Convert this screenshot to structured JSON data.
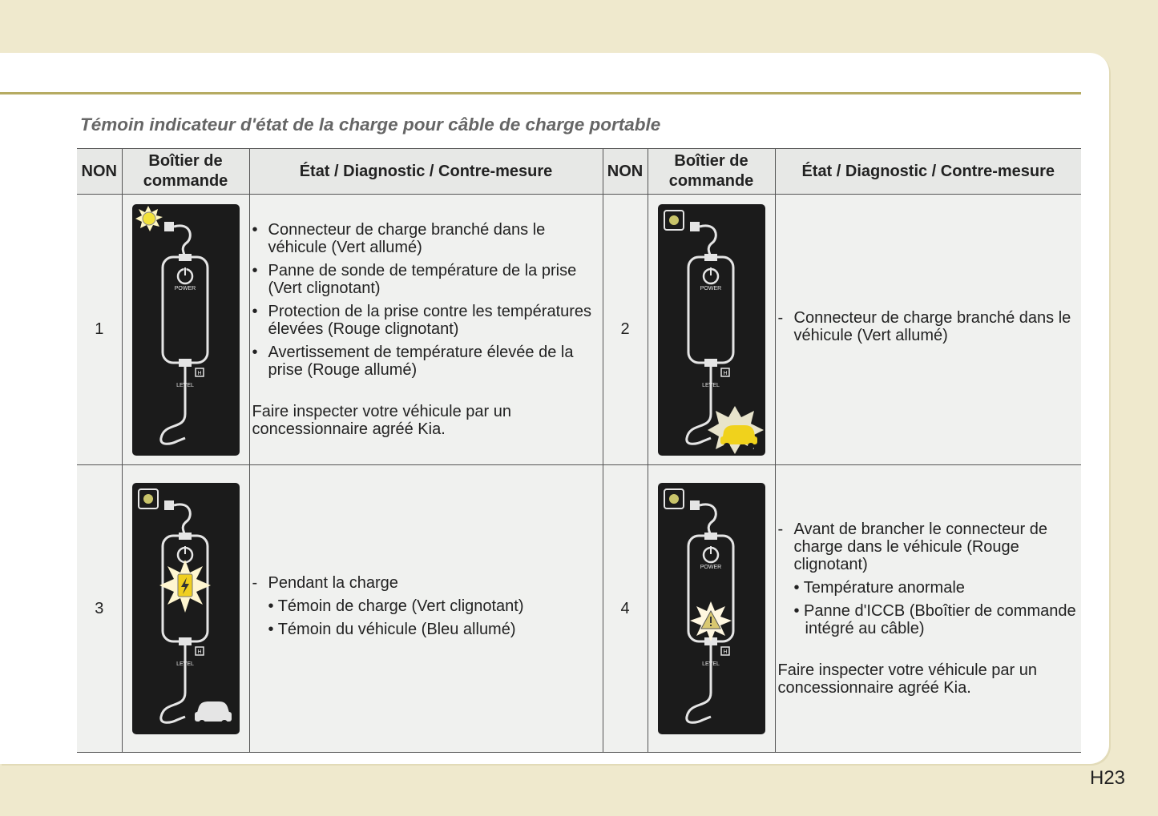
{
  "page": {
    "title": "Témoin indicateur d'état de la charge pour câble de charge portable",
    "page_number": "H23"
  },
  "table": {
    "headers": [
      "NON",
      "Boîtier de commande",
      "État / Diagnostic / Contre-mesure",
      "NON",
      "Boîtier de commande",
      "État / Diagnostic / Contre-mesure"
    ],
    "device_labels": {
      "power": "POWER",
      "level": "LEVEL",
      "h": "H"
    },
    "rows": [
      {
        "num": "1",
        "bullets": [
          "Connecteur de charge branché dans le véhicule (Vert allumé)",
          "Panne de sonde de température de la prise (Vert clignotant)",
          "Protection de la prise contre les températures élevées (Rouge clignotant)",
          "Avertissement de température élevée de la prise (Rouge allumé)"
        ],
        "note": "Faire inspecter votre véhicule par un concessionnaire agréé Kia."
      },
      {
        "num": "2",
        "dash": "Connecteur de charge branché dans le véhicule (Vert allumé)"
      },
      {
        "num": "3",
        "dash": "Pendant la charge",
        "subs": [
          "• Témoin de charge (Vert clignotant)",
          "• Témoin du véhicule (Bleu allumé)"
        ]
      },
      {
        "num": "4",
        "dash": "Avant de brancher le connecteur de charge dans le véhicule (Rouge clignotant)",
        "subs": [
          "• Température anormale",
          "• Panne d'ICCB (Bboîtier de commande intégré au câble)"
        ],
        "note": "Faire inspecter votre véhicule par un concessionnaire agréé Kia."
      }
    ]
  }
}
